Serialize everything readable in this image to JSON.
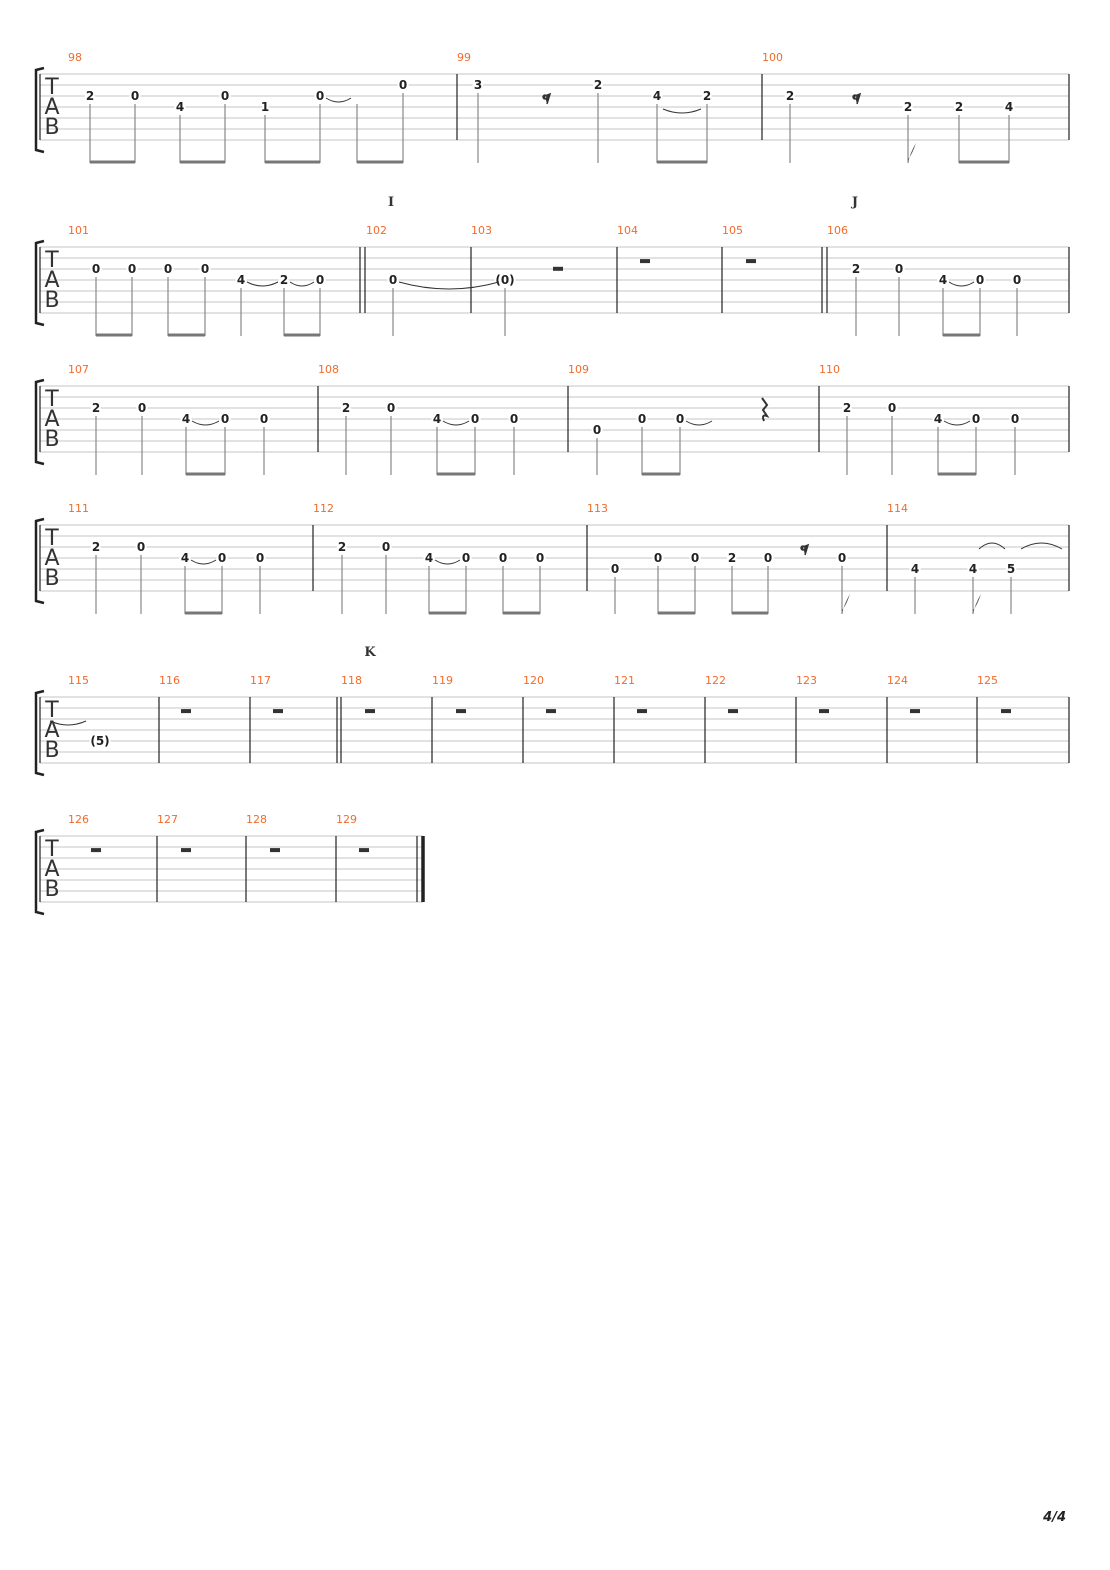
{
  "page": {
    "number": "4/4"
  },
  "tab_clef": [
    "T",
    "A",
    "B"
  ],
  "systems": [
    {
      "section_markers": [],
      "measures": [
        {
          "number": "98",
          "notes": [
            {
              "fret": "2",
              "string": 3
            },
            {
              "fret": "0",
              "string": 3
            },
            {
              "fret": "4",
              "string": 4
            },
            {
              "fret": "0",
              "string": 3
            },
            {
              "fret": "1",
              "string": 4
            },
            {
              "fret": "0",
              "string": 3
            },
            {
              "fret": "0",
              "string": 2
            }
          ],
          "rests": []
        },
        {
          "number": "99",
          "notes": [
            {
              "fret": "3",
              "string": 2
            },
            {
              "fret": "2",
              "string": 2
            },
            {
              "fret": "4",
              "string": 3
            },
            {
              "fret": "2",
              "string": 3
            }
          ],
          "rests": [
            "eighth"
          ]
        },
        {
          "number": "100",
          "notes": [
            {
              "fret": "2",
              "string": 3
            },
            {
              "fret": "2",
              "string": 4
            },
            {
              "fret": "2",
              "string": 4
            },
            {
              "fret": "4",
              "string": 4
            }
          ],
          "rests": [
            "eighth"
          ]
        }
      ]
    },
    {
      "section_markers": [
        {
          "label": "I"
        },
        {
          "label": "J"
        }
      ],
      "measures": [
        {
          "number": "101",
          "notes": [
            {
              "fret": "0",
              "string": 3
            },
            {
              "fret": "0",
              "string": 3
            },
            {
              "fret": "0",
              "string": 3
            },
            {
              "fret": "0",
              "string": 3
            },
            {
              "fret": "4",
              "string": 4
            },
            {
              "fret": "2",
              "string": 4
            },
            {
              "fret": "0",
              "string": 4
            }
          ],
          "rests": []
        },
        {
          "number": "102",
          "notes": [
            {
              "fret": "0",
              "string": 4
            }
          ],
          "rests": []
        },
        {
          "number": "103",
          "notes": [
            {
              "fret": "(0)",
              "string": 4
            }
          ],
          "rests": [
            "half"
          ]
        },
        {
          "number": "104",
          "notes": [],
          "rests": [
            "whole"
          ]
        },
        {
          "number": "105",
          "notes": [],
          "rests": [
            "whole"
          ]
        },
        {
          "number": "106",
          "notes": [
            {
              "fret": "2",
              "string": 3
            },
            {
              "fret": "0",
              "string": 3
            },
            {
              "fret": "4",
              "string": 4
            },
            {
              "fret": "0",
              "string": 4
            },
            {
              "fret": "0",
              "string": 4
            }
          ],
          "rests": []
        }
      ]
    },
    {
      "section_markers": [],
      "measures": [
        {
          "number": "107",
          "notes": [
            {
              "fret": "2",
              "string": 3
            },
            {
              "fret": "0",
              "string": 3
            },
            {
              "fret": "4",
              "string": 4
            },
            {
              "fret": "0",
              "string": 4
            },
            {
              "fret": "0",
              "string": 4
            }
          ],
          "rests": []
        },
        {
          "number": "108",
          "notes": [
            {
              "fret": "2",
              "string": 3
            },
            {
              "fret": "0",
              "string": 3
            },
            {
              "fret": "4",
              "string": 4
            },
            {
              "fret": "0",
              "string": 4
            },
            {
              "fret": "0",
              "string": 4
            }
          ],
          "rests": []
        },
        {
          "number": "109",
          "notes": [
            {
              "fret": "0",
              "string": 5
            },
            {
              "fret": "0",
              "string": 4
            },
            {
              "fret": "0",
              "string": 4
            }
          ],
          "rests": [
            "quarter"
          ]
        },
        {
          "number": "110",
          "notes": [
            {
              "fret": "2",
              "string": 3
            },
            {
              "fret": "0",
              "string": 3
            },
            {
              "fret": "4",
              "string": 4
            },
            {
              "fret": "0",
              "string": 4
            },
            {
              "fret": "0",
              "string": 4
            }
          ],
          "rests": []
        }
      ]
    },
    {
      "section_markers": [],
      "measures": [
        {
          "number": "111",
          "notes": [
            {
              "fret": "2",
              "string": 3
            },
            {
              "fret": "0",
              "string": 3
            },
            {
              "fret": "4",
              "string": 4
            },
            {
              "fret": "0",
              "string": 4
            },
            {
              "fret": "0",
              "string": 4
            }
          ],
          "rests": []
        },
        {
          "number": "112",
          "notes": [
            {
              "fret": "2",
              "string": 3
            },
            {
              "fret": "0",
              "string": 3
            },
            {
              "fret": "4",
              "string": 4
            },
            {
              "fret": "0",
              "string": 4
            },
            {
              "fret": "0",
              "string": 4
            },
            {
              "fret": "0",
              "string": 4
            }
          ],
          "rests": []
        },
        {
          "number": "113",
          "notes": [
            {
              "fret": "0",
              "string": 5
            },
            {
              "fret": "0",
              "string": 4
            },
            {
              "fret": "0",
              "string": 4
            },
            {
              "fret": "2",
              "string": 4
            },
            {
              "fret": "0",
              "string": 4
            },
            {
              "fret": "0",
              "string": 4
            }
          ],
          "rests": [
            "eighth"
          ]
        },
        {
          "number": "114",
          "notes": [
            {
              "fret": "4",
              "string": 5
            },
            {
              "fret": "4",
              "string": 5
            },
            {
              "fret": "5",
              "string": 5
            }
          ],
          "rests": []
        }
      ]
    },
    {
      "section_markers": [
        {
          "label": "K"
        }
      ],
      "measures": [
        {
          "number": "115",
          "notes": [
            {
              "fret": "(5)",
              "string": 5
            }
          ],
          "rests": []
        },
        {
          "number": "116",
          "notes": [],
          "rests": [
            "whole"
          ]
        },
        {
          "number": "117",
          "notes": [],
          "rests": [
            "whole"
          ]
        },
        {
          "number": "118",
          "notes": [],
          "rests": [
            "whole"
          ]
        },
        {
          "number": "119",
          "notes": [],
          "rests": [
            "whole"
          ]
        },
        {
          "number": "120",
          "notes": [],
          "rests": [
            "whole"
          ]
        },
        {
          "number": "121",
          "notes": [],
          "rests": [
            "whole"
          ]
        },
        {
          "number": "122",
          "notes": [],
          "rests": [
            "whole"
          ]
        },
        {
          "number": "123",
          "notes": [],
          "rests": [
            "whole"
          ]
        },
        {
          "number": "124",
          "notes": [],
          "rests": [
            "whole"
          ]
        },
        {
          "number": "125",
          "notes": [],
          "rests": [
            "whole"
          ]
        }
      ]
    },
    {
      "section_markers": [],
      "measures": [
        {
          "number": "126",
          "notes": [],
          "rests": [
            "whole"
          ]
        },
        {
          "number": "127",
          "notes": [],
          "rests": [
            "whole"
          ]
        },
        {
          "number": "128",
          "notes": [],
          "rests": [
            "whole"
          ]
        },
        {
          "number": "129",
          "notes": [],
          "rests": [
            "whole"
          ]
        }
      ]
    }
  ]
}
